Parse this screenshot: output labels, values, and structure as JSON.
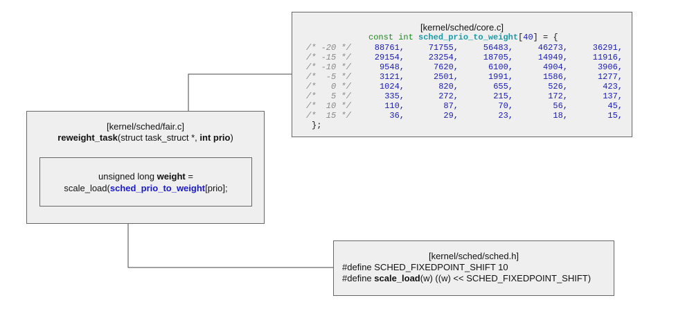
{
  "core": {
    "title": "[kernel/sched/core.c]",
    "decl_kw": "const int ",
    "decl_name": "sched_prio_to_weight",
    "decl_bracket_open": "[",
    "decl_size": "40",
    "decl_tail": "] = {",
    "rows": [
      {
        "comment": "/* -20 */",
        "values": [
          "88761,",
          "71755,",
          "56483,",
          "46273,",
          "36291,"
        ]
      },
      {
        "comment": "/* -15 */",
        "values": [
          "29154,",
          "23254,",
          "18705,",
          "14949,",
          "11916,"
        ]
      },
      {
        "comment": "/* -10 */",
        "values": [
          "9548,",
          "7620,",
          "6100,",
          "4904,",
          "3906,"
        ]
      },
      {
        "comment": "/*  -5 */",
        "values": [
          "3121,",
          "2501,",
          "1991,",
          "1586,",
          "1277,"
        ]
      },
      {
        "comment": "/*   0 */",
        "values": [
          "1024,",
          "820,",
          "655,",
          "526,",
          "423,"
        ]
      },
      {
        "comment": "/*   5 */",
        "values": [
          "335,",
          "272,",
          "215,",
          "172,",
          "137,"
        ]
      },
      {
        "comment": "/*  10 */",
        "values": [
          "110,",
          "87,",
          "70,",
          "56,",
          "45,"
        ]
      },
      {
        "comment": "/*  15 */",
        "values": [
          "36,",
          "29,",
          "23,",
          "18,",
          "15,"
        ]
      }
    ],
    "close": "};"
  },
  "fair": {
    "title": "[kernel/sched/fair.c]",
    "sig_name": "reweight_task",
    "sig_open": "(struct task_struct *, ",
    "sig_bold": "int prio",
    "sig_close": ")",
    "line1_pre": "unsigned long ",
    "line1_bold": "weight",
    "line1_post": " =",
    "line2_pre": "scale_load(",
    "line2_fn": "sched_prio_to_weight",
    "line2_post": "[prio];"
  },
  "sched": {
    "title": "[kernel/sched/sched.h]",
    "line1": "#define SCHED_FIXEDPOINT_SHIFT 10",
    "line2_pre": "#define ",
    "line2_bold": "scale_load",
    "line2_post": "(w) ((w) << SCHED_FIXEDPOINT_SHIFT)"
  }
}
